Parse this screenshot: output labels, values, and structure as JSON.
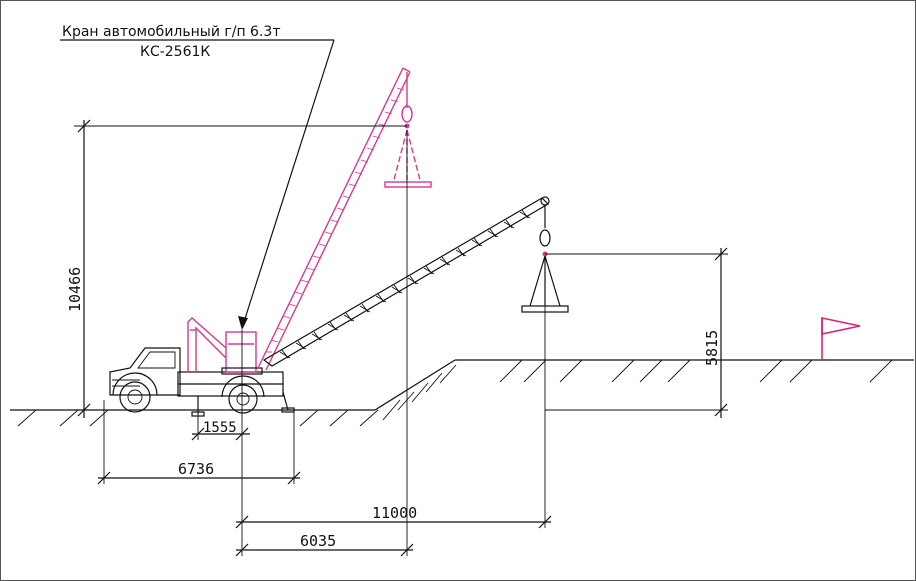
{
  "callout": {
    "title": "Кран автомобильный г/п 6.3т",
    "model": "КС-2561К"
  },
  "dimensions": {
    "lift_height_raised": "10466",
    "lift_height_lowered": "5815",
    "axle_spacing": "1555",
    "crane_length": "6736",
    "reach_max": "11000",
    "reach_min": "6035"
  },
  "colors": {
    "line": "#111111",
    "raised_boom": "#d63a8e",
    "flag": "#e0207a",
    "background": "#ffffff"
  },
  "icons": {
    "truck": "truck-crane-icon",
    "flag": "flag-icon",
    "hook": "hook-icon"
  }
}
